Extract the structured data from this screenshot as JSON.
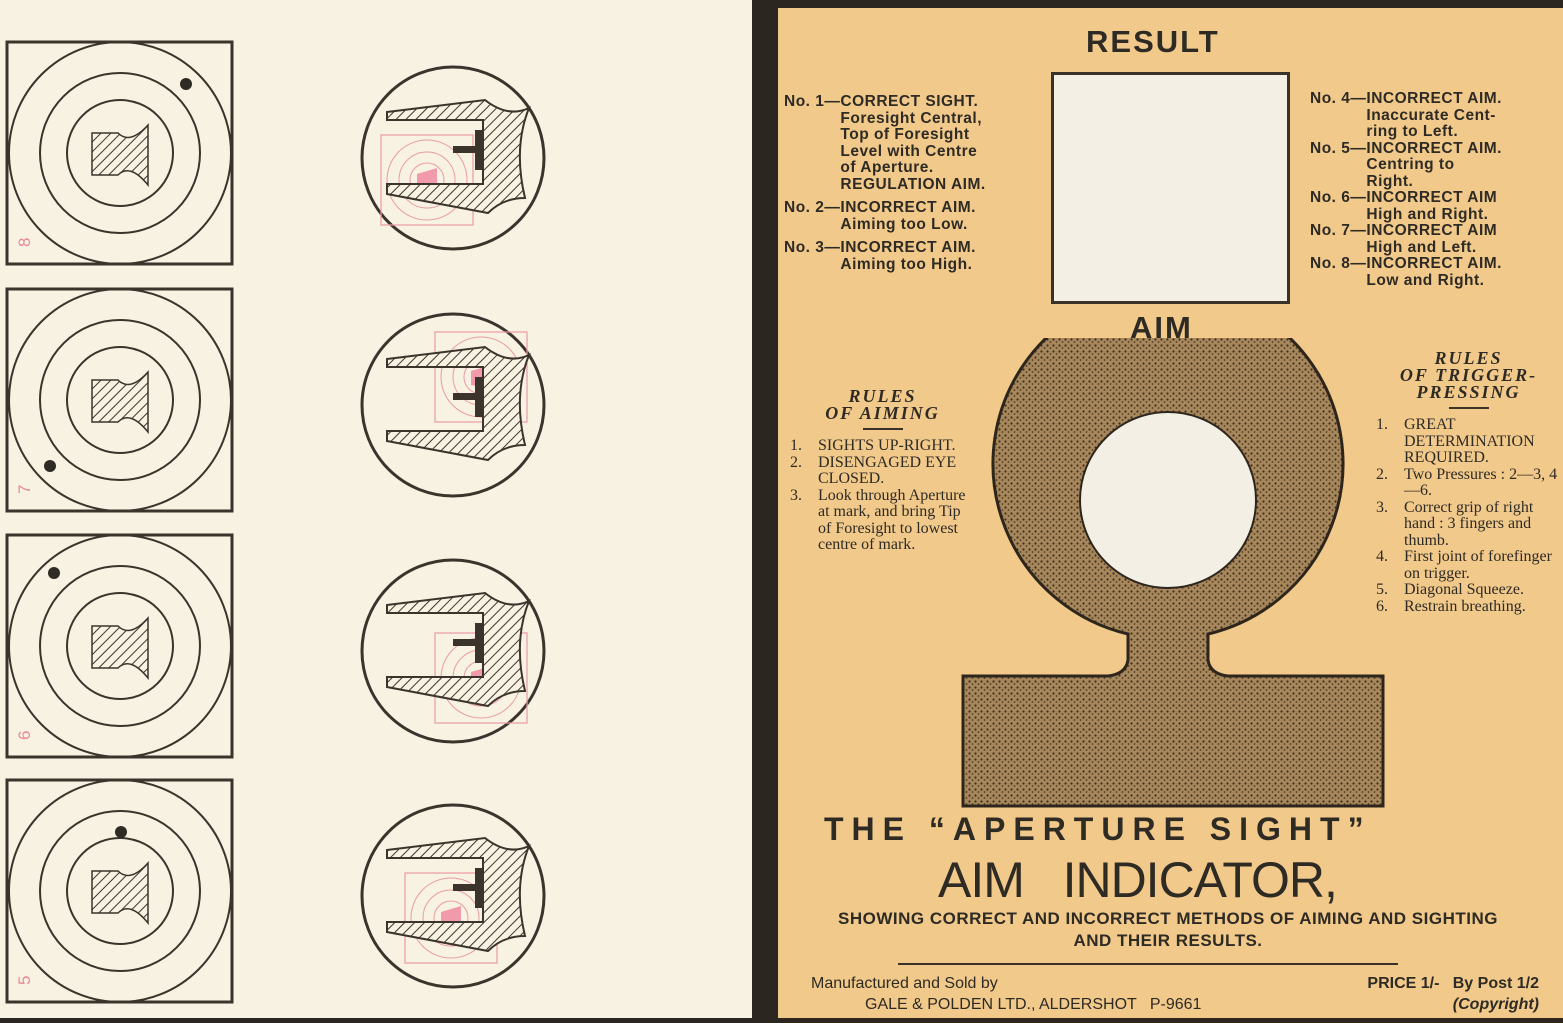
{
  "left_panel": {
    "target_numbers": [
      "8",
      "7",
      "6",
      "5"
    ]
  },
  "right_panel": {
    "result_heading": "RESULT",
    "aim_heading": "AIM",
    "left_legend": [
      {
        "no": "No. 1—",
        "text": "CORRECT SIGHT.\nForesight Central,\nTop of Foresight\nLevel with Centre\nof Aperture.\nREGULATION AIM."
      },
      {
        "no": "No. 2—",
        "text": "INCORRECT AIM.\nAiming too Low."
      },
      {
        "no": "No. 3—",
        "text": "INCORRECT AIM.\nAiming too High."
      }
    ],
    "right_legend": [
      {
        "no": "No. 4—",
        "text": "INCORRECT AIM.\nInaccurate Cent-\nring to Left."
      },
      {
        "no": "No. 5—",
        "text": "INCORRECT AIM.\nCentring to\nRight."
      },
      {
        "no": "No. 6—",
        "text": "INCORRECT AIM\nHigh and Right."
      },
      {
        "no": "No. 7—",
        "text": "INCORRECT AIM\nHigh and Left."
      },
      {
        "no": "No. 8—",
        "text": "INCORRECT AIM.\nLow and Right."
      }
    ],
    "rules_aiming": {
      "title": "RULES\nOF AIMING",
      "items": [
        {
          "n": "1.",
          "t": "SIGHTS UP-RIGHT."
        },
        {
          "n": "2.",
          "t": "DISENGAGED EYE CLOSED."
        },
        {
          "n": "3.",
          "t": "Look through Aperture at mark, and bring Tip of Foresight to lowest centre of mark."
        }
      ]
    },
    "rules_trigger": {
      "title": "RULES\nOF TRIGGER-\nPRESSING",
      "items": [
        {
          "n": "1.",
          "t": "GREAT DETERMINATION REQUIRED."
        },
        {
          "n": "2.",
          "t": "Two Pressures : 2—3, 4—6."
        },
        {
          "n": "3.",
          "t": "Correct grip of right hand : 3 fingers and thumb."
        },
        {
          "n": "4.",
          "t": "First joint of forefinger on trigger."
        },
        {
          "n": "5.",
          "t": "Diagonal Squeeze."
        },
        {
          "n": "6.",
          "t": "Restrain breathing."
        }
      ]
    },
    "title_line1": "THE “APERTURE SIGHT”",
    "title_line2": "AIM   INDICATOR,",
    "subtitle": "SHOWING CORRECT AND INCORRECT METHODS OF AIMING AND SIGHTING AND THEIR RESULTS.",
    "footer": {
      "made_by": "Manufactured and Sold by",
      "company": "GALE & POLDEN LTD., ALDERSHOT   P-9661",
      "price": "PRICE 1/-   By Post 1/2",
      "copyright": "(Copyright)"
    }
  }
}
